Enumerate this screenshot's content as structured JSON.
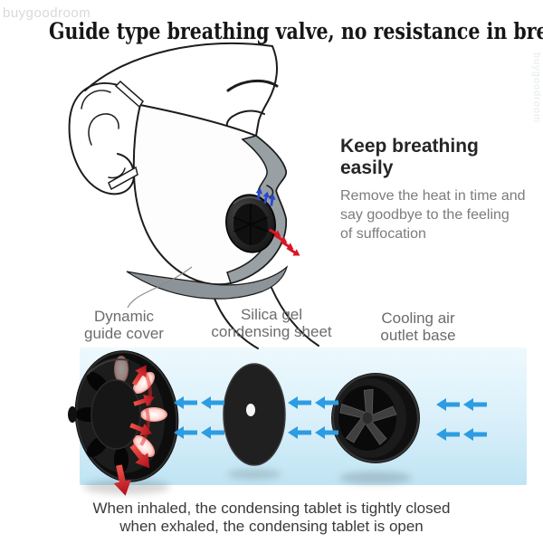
{
  "watermarks": {
    "top_left": "buygoodroom",
    "right_edge": "buygoodroom"
  },
  "title": "Guide type breathing valve, no resistance in breathing",
  "benefit": {
    "heading": "Keep breathing easily",
    "body_line1": "Remove the heat in time and",
    "body_line2": "say goodbye to the feeling",
    "body_line3": "of suffocation"
  },
  "part_labels": {
    "cover_line1": "Dynamic",
    "cover_line2": "guide cover",
    "sheet_line1": "Silica gel",
    "sheet_line2": "condensing sheet",
    "base_line1": "Cooling air",
    "base_line2": "outlet base"
  },
  "footer": {
    "line1": "When inhaled, the condensing tablet is tightly closed",
    "line2": "when exhaled, the condensing tablet is open"
  },
  "icons": {
    "airflow_arrow": "left-arrow",
    "exhale_arrow": "red-arrow",
    "inhale_arrow": "blue-arrow"
  },
  "colors": {
    "airflow_blue": "#2d9ce2",
    "inhale_blue": "#2a46cf",
    "exhale_red": "#d81626",
    "exhale_red_light": "#f05548",
    "exhale_red_dark": "#b00d1c",
    "band_top": "#eef9fd",
    "band_mid": "#d8effa",
    "band_bottom": "#bfe4f3"
  }
}
